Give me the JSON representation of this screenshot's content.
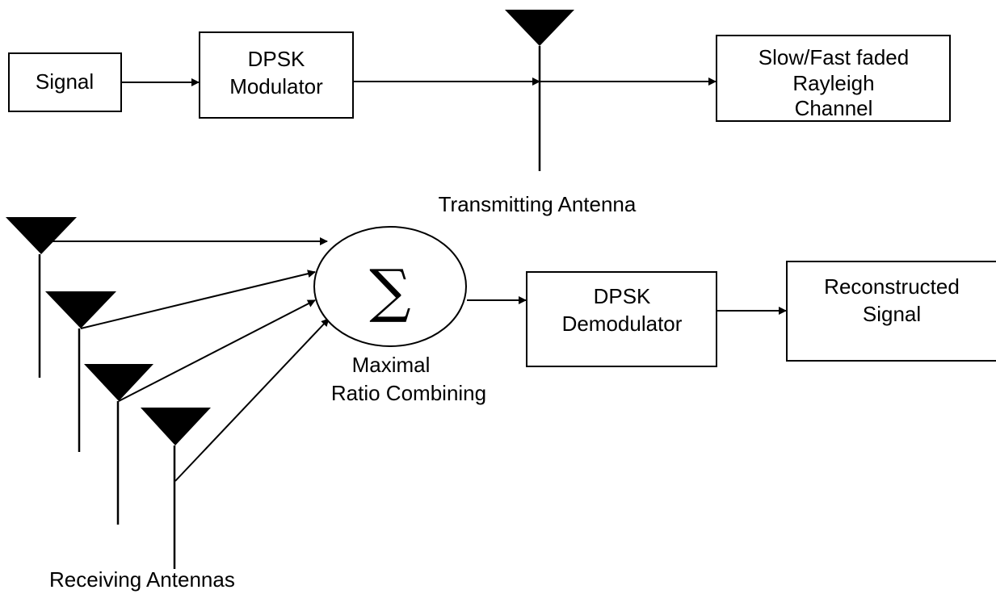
{
  "blocks": {
    "signal": [
      "Signal"
    ],
    "dpsk_modulator": [
      "DPSK",
      "Modulator"
    ],
    "channel": [
      "Slow/Fast faded",
      "Rayleigh",
      "Channel"
    ],
    "combiner_symbol": "∑",
    "combiner_label": [
      "Maximal",
      "Ratio Combining"
    ],
    "dpsk_demodulator": [
      "DPSK",
      "Demodulator"
    ],
    "reconstructed": [
      "Reconstructed",
      "Signal"
    ]
  },
  "labels": {
    "transmitting_antenna": "Transmitting Antenna",
    "receiving_antennas": "Receiving Antennas"
  },
  "colors": {
    "line": "#000000",
    "background": "#ffffff"
  }
}
